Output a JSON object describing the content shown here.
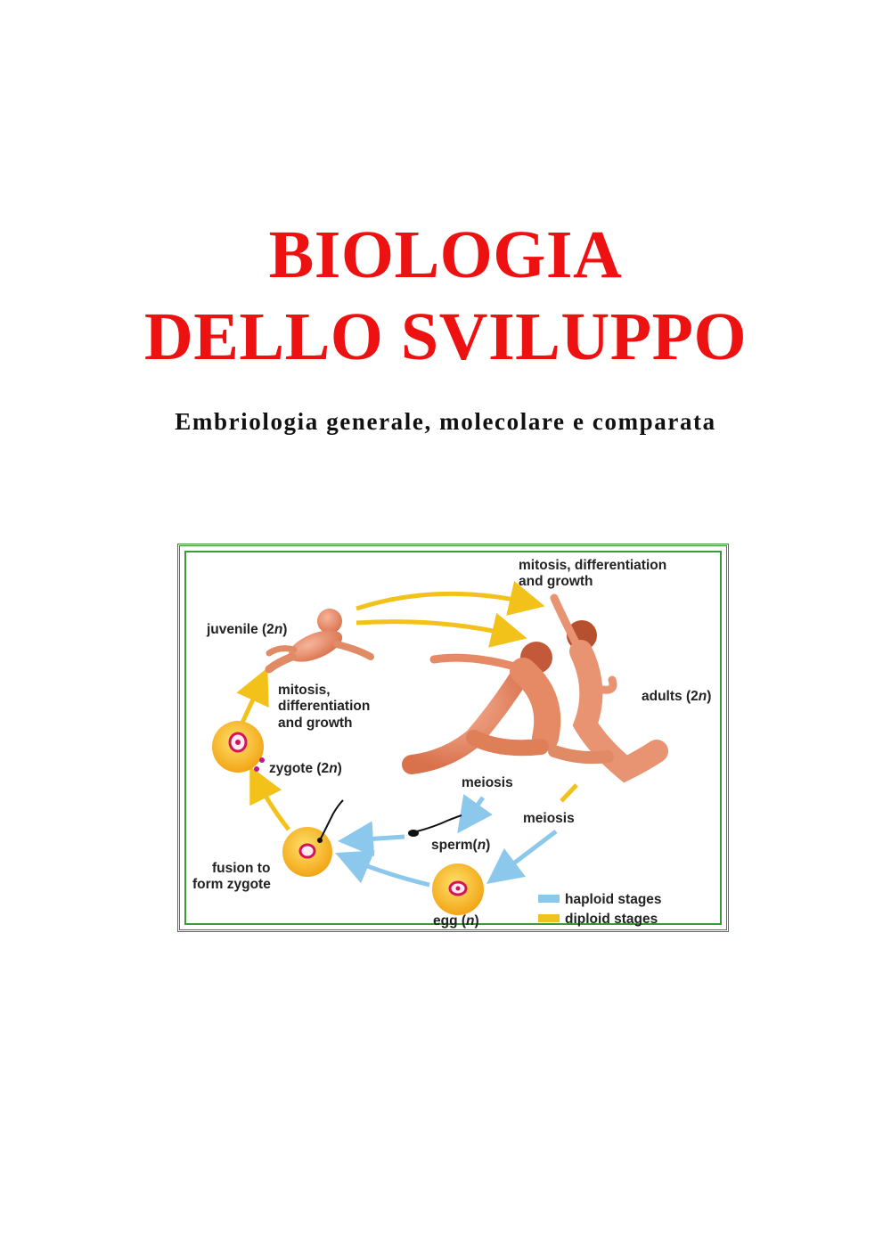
{
  "document": {
    "title_line1": "BIOLOGIA",
    "title_line2": "DELLO SVILUPPO",
    "subtitle": "Embriologia generale, molecolare e comparata"
  },
  "figure": {
    "labels": {
      "mitosis_top_1": "mitosis, differentiation",
      "mitosis_top_2": "and growth",
      "juvenile": "juvenile (2",
      "juvenile_n": "n",
      "juvenile_close": ")",
      "mitosis_left_1": "mitosis,",
      "mitosis_left_2": "differentiation",
      "mitosis_left_3": "and growth",
      "adults": "adults (2",
      "adults_n": "n",
      "adults_close": ")",
      "zygote": "zygote (2",
      "zygote_n": "n",
      "zygote_close": ")",
      "meiosis_1": "meiosis",
      "meiosis_2": "meiosis",
      "sperm": "sperm(",
      "sperm_n": "n",
      "sperm_close": ")",
      "fusion_1": "fusion to",
      "fusion_2": "form zygote",
      "egg": "egg (",
      "egg_n": "n",
      "egg_close": ")"
    },
    "legend": [
      {
        "label": "haploid stages",
        "color": "#8cc8ec"
      },
      {
        "label": "diploid stages",
        "color": "#f2c21a"
      }
    ],
    "colors": {
      "diploid_arrow": "#f2c21a",
      "haploid_arrow": "#8cc8ec",
      "cell_fill": "#f7b21e",
      "nucleus": "#d4145a",
      "figure_skin": "#e98e68",
      "frame": "#2f8f2f"
    }
  }
}
